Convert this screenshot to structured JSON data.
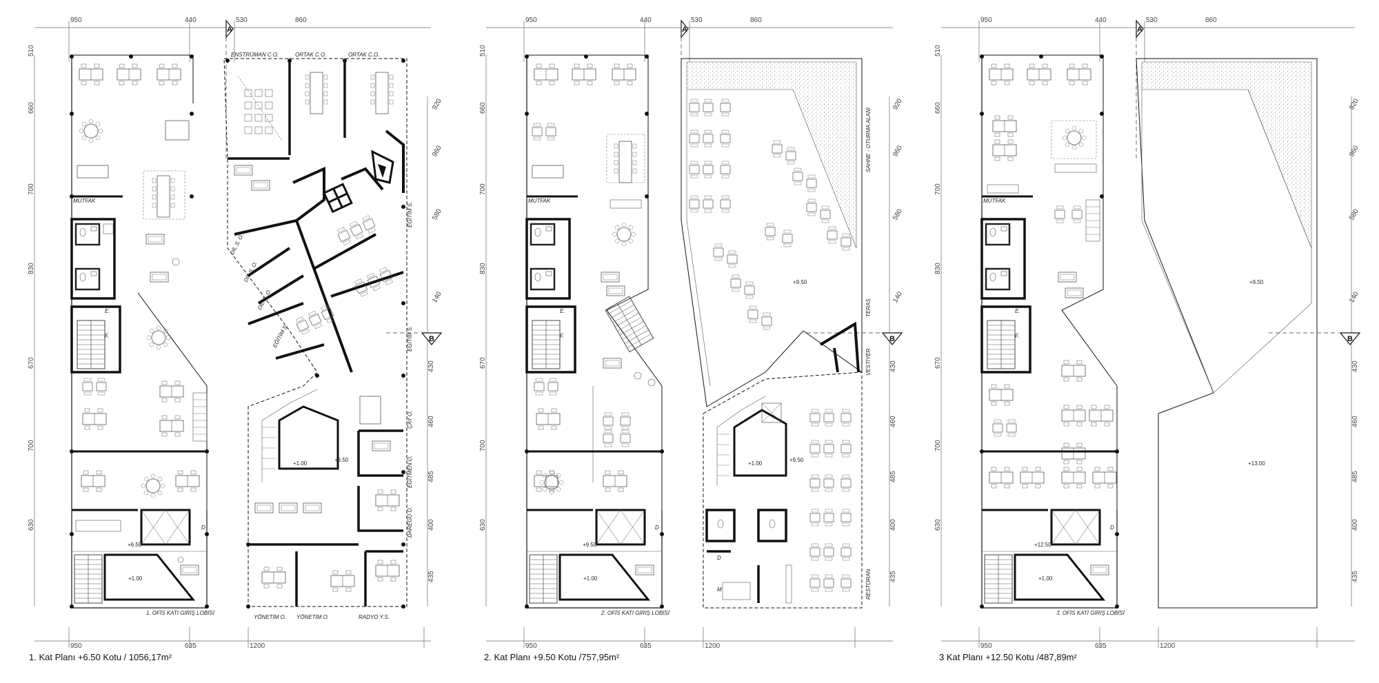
{
  "plans": [
    {
      "caption": "1. Kat Planı +6.50 Kotu / 1056,17m²",
      "top_dims": [
        "950",
        "440",
        "530",
        "860"
      ],
      "bottom_dims": [
        "950",
        "635",
        "1200"
      ],
      "left_dims": [
        "510",
        "660",
        "700",
        "830",
        "670",
        "700",
        "630"
      ],
      "right_dims": [
        "920",
        "960",
        "580",
        "140",
        "430",
        "460",
        "485",
        "400",
        "435"
      ],
      "section_a": "A",
      "section_b": "B",
      "left_wing": {
        "elev_upper": "+6.50",
        "elev_lower": "+1.00",
        "rooms": [
          "MUTFAK",
          "E.",
          "F.",
          "D",
          "1. OFİS KATI GİRİŞ LOBİSİ"
        ]
      },
      "right_wing": {
        "elev_main": "+6.50",
        "elev_lower": "+1.00",
        "rooms_top": [
          "ENSTRÜMAN C.O.",
          "ORTAK C.O.",
          "ORTAK C.O."
        ],
        "rooms_right": [
          "EĞİTİM S.",
          "EĞİTİM S.",
          "ÇAY O.",
          "EĞİTMEN O.",
          "DAREGÜ O."
        ],
        "rooms_diag": [
          "DİL S. O.",
          "DİL S. O.",
          "DİL S. O.",
          "EĞİTİM S."
        ],
        "rooms_bottom": [
          "YÖNETİM O.",
          "YÖNETİM O.",
          "RADYO Y.S."
        ]
      }
    },
    {
      "caption": "2. Kat Planı +9.50 Kotu /757,95m²",
      "top_dims": [
        "950",
        "440",
        "530",
        "860"
      ],
      "bottom_dims": [
        "950",
        "635",
        "1200"
      ],
      "left_dims": [
        "510",
        "660",
        "700",
        "830",
        "670",
        "700",
        "630"
      ],
      "right_dims": [
        "920",
        "960",
        "580",
        "140",
        "430",
        "460",
        "485",
        "400",
        "435"
      ],
      "section_a": "A",
      "section_b": "B",
      "left_wing": {
        "elev_upper": "+9.50",
        "elev_lower": "+1.00",
        "rooms": [
          "MUTFAK",
          "E.",
          "F.",
          "D",
          "2. OFİS KATI GİRİŞ LOBİSİ"
        ]
      },
      "right_wing": {
        "elev_terrace": "+9.50",
        "elev_main": "+9.50",
        "elev_lower": "+1.00",
        "rooms_right": [
          "SAHNE - OTURMA ALANI",
          "TERAS",
          "VESTİYER",
          "RESTORAN"
        ],
        "rooms_small": [
          "D",
          "M"
        ]
      }
    },
    {
      "caption": "3 Kat Planı +12.50 Kotu /487,89m²",
      "top_dims": [
        "950",
        "440",
        "530",
        "860"
      ],
      "bottom_dims": [
        "950",
        "635",
        "1200"
      ],
      "left_dims": [
        "510",
        "660",
        "700",
        "830",
        "670",
        "700",
        "630"
      ],
      "right_dims": [
        "920",
        "960",
        "580",
        "140",
        "430",
        "460",
        "485",
        "400",
        "435"
      ],
      "section_a": "A",
      "section_b": "B",
      "left_wing": {
        "elev_upper": "+12.50",
        "elev_lower": "+1.00",
        "rooms": [
          "MUTFAK",
          "E.",
          "F.",
          "D",
          "3. OFİS KATI GİRİŞ LOBİSİ"
        ]
      },
      "right_wing": {
        "elev_terrace": "+9.50",
        "elev_roof": "+13.00"
      }
    }
  ]
}
